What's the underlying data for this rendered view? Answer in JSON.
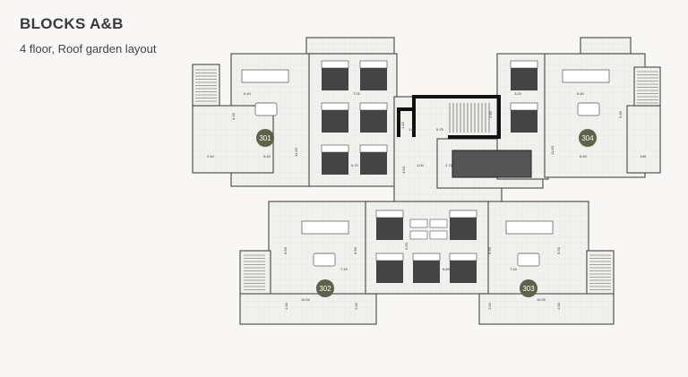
{
  "header": {
    "title": "BLOCKS A&B",
    "subtitle": "4 floor, Roof garden layout"
  },
  "colors": {
    "unit_badge": "#5d6249",
    "wall": "#111111",
    "floor": "#efefed",
    "bed": "#444444"
  },
  "units": [
    "301",
    "304",
    "302",
    "303"
  ],
  "dimensions": [
    "6.40",
    "7.00",
    "9.45",
    "11.60",
    "2.40",
    "6.40",
    "9.65",
    "1.50",
    "1.60",
    "6.70",
    "3.00",
    "4.50",
    "3.20",
    "6.40",
    "9.45",
    "9.65",
    "2.65",
    "5.70",
    "2.75",
    "11.60",
    "6.40",
    "240",
    "6.90",
    "6.90",
    "7.40",
    "6.50",
    "8.85",
    "6.90",
    "6.90",
    "7.40",
    "10.00",
    "2.00",
    "2.00",
    "10.00",
    "2.00",
    "2.00"
  ]
}
